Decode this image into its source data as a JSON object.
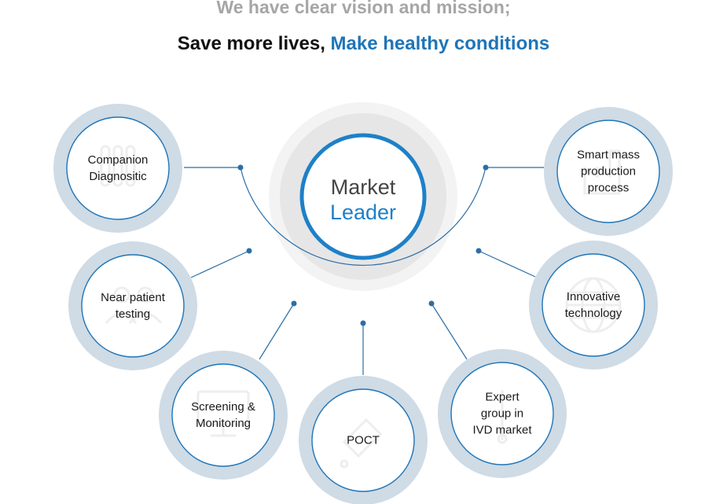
{
  "header": {
    "line1": "We have clear vision and mission;",
    "line2_prefix": "Save more lives, ",
    "line2_accent": "Make healthy conditions"
  },
  "center": {
    "line1": "Market",
    "line2": "Leader"
  },
  "nodes": [
    {
      "id": "companion-diagnostic",
      "lines": [
        "Companion",
        "Diagnositic"
      ],
      "icon": "test-tubes-icon"
    },
    {
      "id": "near-patient-testing",
      "lines": [
        "Near patient",
        "testing"
      ],
      "icon": "people-icon"
    },
    {
      "id": "screening-monitoring",
      "lines": [
        "Screening &",
        "Monitoring"
      ],
      "icon": "monitor-icon"
    },
    {
      "id": "poct",
      "lines": [
        "POCT"
      ],
      "icon": "dropper-icon"
    },
    {
      "id": "expert-group",
      "lines": [
        "Expert",
        "group in",
        "IVD market"
      ],
      "icon": "pipette-icon"
    },
    {
      "id": "innovative-technology",
      "lines": [
        "Innovative",
        "technology"
      ],
      "icon": "globe-icon"
    },
    {
      "id": "smart-mass-production",
      "lines": [
        "Smart mass",
        "production",
        "process"
      ],
      "icon": "factory-icon"
    }
  ],
  "colors": {
    "accent": "#1e75b8",
    "line": "#2b6ea6",
    "ring_outer": "#cfdbe5",
    "ring_inner": "#1e75b8",
    "heading_gray": "#a6a6a6",
    "center_ring": "#1e80c8"
  }
}
